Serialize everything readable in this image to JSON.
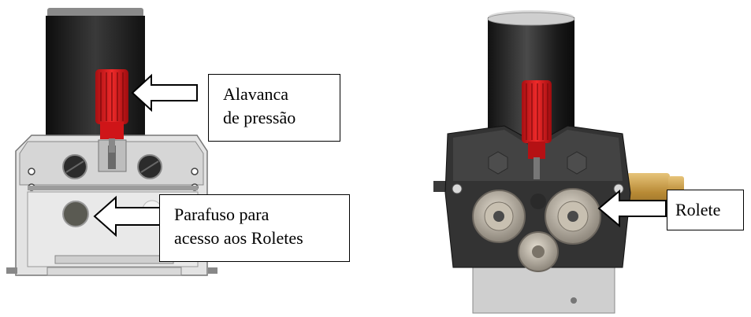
{
  "figures": [
    {
      "id": "left-feeder-drawing",
      "callouts": [
        {
          "lines": [
            "Alavanca",
            "de pressão"
          ]
        },
        {
          "lines": [
            "Parafuso para",
            "acesso aos Roletes"
          ]
        }
      ]
    },
    {
      "id": "right-feeder-photo",
      "callouts": [
        {
          "lines": [
            "Rolete"
          ]
        }
      ]
    }
  ],
  "colors": {
    "knob_red": "#d8161b",
    "motor_black": "#1c1c1c",
    "housing_grey": "#d9d9d9",
    "brass": "#c9a24a",
    "gear_metal": "#b9b1a4"
  }
}
